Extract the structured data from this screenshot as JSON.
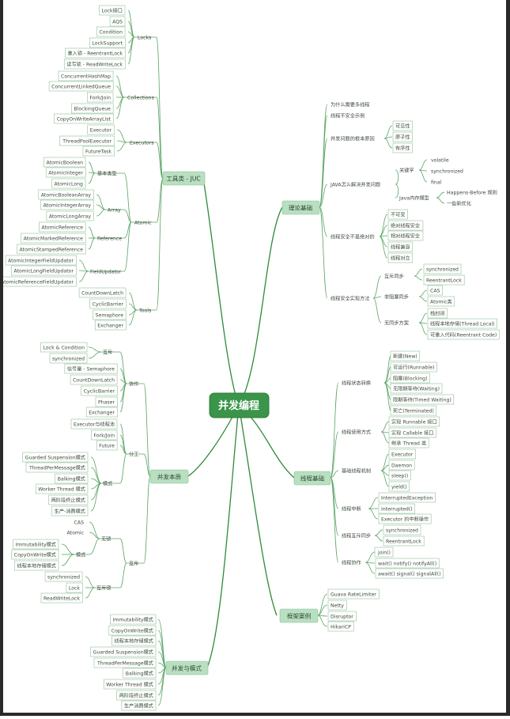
{
  "center": "并发编程",
  "juc": {
    "title": "工具类 - JUC",
    "locks": {
      "label": "Locks",
      "items": [
        "Lock接口",
        "AQS",
        "Condition",
        "LockSupport",
        "重入锁 - ReentrantLock",
        "读写锁 - ReadWriteLock"
      ]
    },
    "collections": {
      "label": "Collections",
      "items": [
        "ConcurrentHashMap",
        "ConcurrentLinkedQueue",
        "Fork/Join",
        "BlockingQueue",
        "CopyOnWriteArrayList"
      ]
    },
    "executors": {
      "label": "Executors",
      "items": [
        "Executor",
        "ThreadPoolExecutor",
        "FutureTask"
      ]
    },
    "atomic": {
      "label": "Atomic",
      "basic": {
        "label": "基本类型",
        "items": [
          "AtomicBoolean",
          "AtomicInteger",
          "AtomicLong"
        ]
      },
      "array": {
        "label": "Array",
        "items": [
          "AtomicBooleanArray",
          "AtomicIntegerArray",
          "AtomicLongArray"
        ]
      },
      "reference": {
        "label": "Reference",
        "items": [
          "AtomicReference",
          "AtomicMarkedReference",
          "AtomicStampedReference"
        ]
      },
      "field": {
        "label": "FieldUpdator",
        "items": [
          "AtomicIntegerFieldUpdator",
          "AtomicLongFieldUpdator",
          "AtomicReferenceFieldUpdator"
        ]
      }
    },
    "tools": {
      "label": "Tools",
      "items": [
        "CountDownLatch",
        "CyclicBarrier",
        "Semaphore",
        "Exchanger"
      ]
    }
  },
  "essence": {
    "title": "并发本质",
    "cooperate": {
      "label": "协作",
      "leaves": [
        "Lock & Condition",
        "synchronized",
        "信号量 - Semaphore",
        "CountDownLatch",
        "CyclicBarrier",
        "Phaser",
        "Exchanger"
      ],
      "mutex_label": "互斥"
    },
    "divide": {
      "label": "分工",
      "leaves": [
        "Executor与线程池",
        "Fork/Join",
        "Future"
      ],
      "pattern_label": "模式",
      "patterns": [
        "Guarded Suspension模式",
        "ThreadPerMessage模式",
        "Balking模式",
        "Worker Thread 模式",
        "两阶段终止模式",
        "生产-消费模式"
      ]
    },
    "mutex": {
      "label": "互斥",
      "lockfree": {
        "label": "无锁",
        "items": [
          "CAS",
          "Atomic"
        ],
        "pattern_label": "模式",
        "patterns": [
          "Immutability模式",
          "CopyOnWrite模式",
          "线程本地存储模式"
        ]
      },
      "mutual": {
        "label": "互斥锁",
        "items": [
          "synchronized",
          "Lock",
          "ReadWriteLock"
        ]
      }
    }
  },
  "patterns": {
    "title": "并发与模式",
    "items": [
      "Immutability模式",
      "CopyOnWrite模式",
      "线程本地存储模式",
      "Guarded Suspension模式",
      "ThreadPerMessage模式",
      "Balking模式",
      "Worker Thread 模式",
      "两阶段终止模式",
      "生产消费模式"
    ]
  },
  "theory": {
    "title": "理论基础",
    "why": "为什么需要多线程",
    "unsafe": "线程不安全示例",
    "root": {
      "label": "并发问题的根本原因",
      "items": [
        "可见性",
        "原子性",
        "有序性"
      ]
    },
    "jmm": {
      "label": "JAVA怎么解决并发问题",
      "keyword": {
        "label": "关键字",
        "items": [
          "volatile",
          "synchronized",
          "final"
        ]
      },
      "model": {
        "label": "Java内存模型",
        "items": [
          "Happens-Before 规则",
          "一些新优化"
        ]
      }
    },
    "safety": {
      "label": "线程安全不是绝对的",
      "items": [
        "不可变",
        "绝对线程安全",
        "相对线程安全",
        "线程兼容",
        "线程对立"
      ]
    },
    "impl": {
      "label": "线程安全实现方法",
      "mutex": {
        "label": "互斥同步",
        "items": [
          "synchronized",
          "ReentrantLock"
        ]
      },
      "nonblock": {
        "label": "非阻塞同步",
        "items": [
          "CAS",
          "Atomic类"
        ]
      },
      "nosync": {
        "label": "无同步方案",
        "items": [
          "栈封闭",
          "线程本地存储(Thread Local)",
          "可重入代码(Reentrant Code)"
        ]
      }
    }
  },
  "thread": {
    "title": "线程基础",
    "state": {
      "label": "线程状态转换",
      "items": [
        "新建(New)",
        "可运行(Runnable)",
        "阻塞(Blocking)",
        "无限期等待(Waiting)",
        "限期等待(Timed Waiting)",
        "死亡(Terminated)"
      ]
    },
    "usage": {
      "label": "线程使用方式",
      "items": [
        "实现 Runnable 接口",
        "实现 Callable 接口",
        "继承 Thread 类"
      ]
    },
    "mechanism": {
      "label": "基础线程机制",
      "items": [
        "Executor",
        "Daemon",
        "sleep()",
        "yield()"
      ]
    },
    "interrupt": {
      "label": "线程中断",
      "items": [
        "InterruptedException",
        "interrupted()",
        "Executor 的中断操作"
      ]
    },
    "mutex": {
      "label": "线程互斥同步",
      "items": [
        "synchronized",
        "ReentrantLock"
      ]
    },
    "coop": {
      "label": "线程协作",
      "items": [
        "join()",
        "wait() notify() notifyAll()",
        "await() signal() signalAll()"
      ]
    }
  },
  "cases": {
    "title": "框架案例",
    "items": [
      "Guava RateLimiter",
      "Netty",
      "Disruptor",
      "HikariCP"
    ]
  }
}
